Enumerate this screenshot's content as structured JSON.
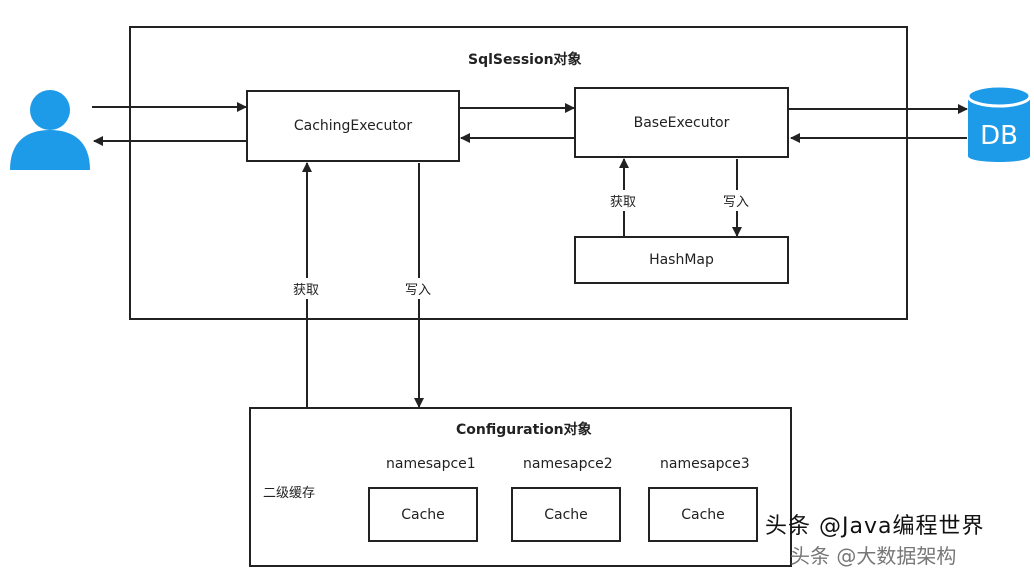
{
  "session": {
    "title": "SqlSession对象"
  },
  "nodes": {
    "caching_executor": "CachingExecutor",
    "base_executor": "BaseExecutor",
    "hashmap": "HashMap",
    "db": "DB"
  },
  "edge_labels": {
    "base_get": "获取",
    "base_put": "写入",
    "cfg_get": "获取",
    "cfg_put": "写入"
  },
  "configuration": {
    "title": "Configuration对象",
    "level_label": "二级缓存",
    "namespaces": [
      "namesapce1",
      "namesapce2",
      "namesapce3"
    ],
    "caches": [
      "Cache",
      "Cache",
      "Cache"
    ]
  },
  "watermark": {
    "line1": "头条 @Java编程世界",
    "line2": "头条 @大数据架构"
  },
  "colors": {
    "icon_blue": "#1e9be8",
    "line": "#222222"
  }
}
